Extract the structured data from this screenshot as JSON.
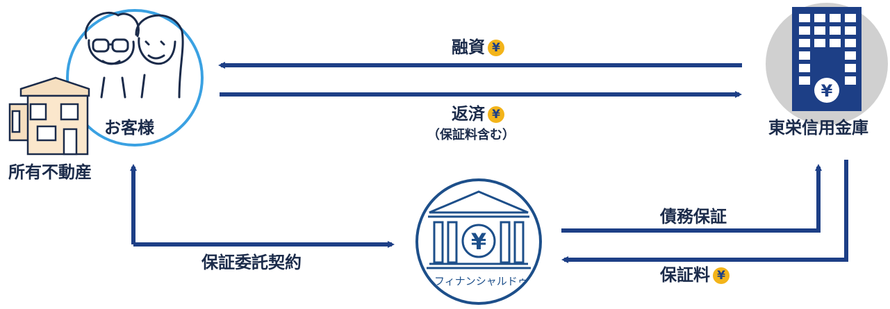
{
  "customer": {
    "label": "お客様"
  },
  "property": {
    "label": "所有不動産"
  },
  "bank": {
    "label": "東栄信用金庫"
  },
  "guarantor": {
    "label": "フィナンシャルドゥ"
  },
  "flows": {
    "loan": "融資",
    "repayment": "返済",
    "repayment_note": "（保証料含む）",
    "debt_guarantee": "債務保証",
    "guarantee_fee": "保証料",
    "guarantee_contract": "保証委託契約"
  },
  "yen_symbol": "¥",
  "colors": {
    "arrow": "#1d3f86",
    "yen_coin": "#f3b41a",
    "customer_ring": "#3aa1e2",
    "bank_circle": "#d0d0d0",
    "guarantor_ring": "#1d4f8a"
  }
}
